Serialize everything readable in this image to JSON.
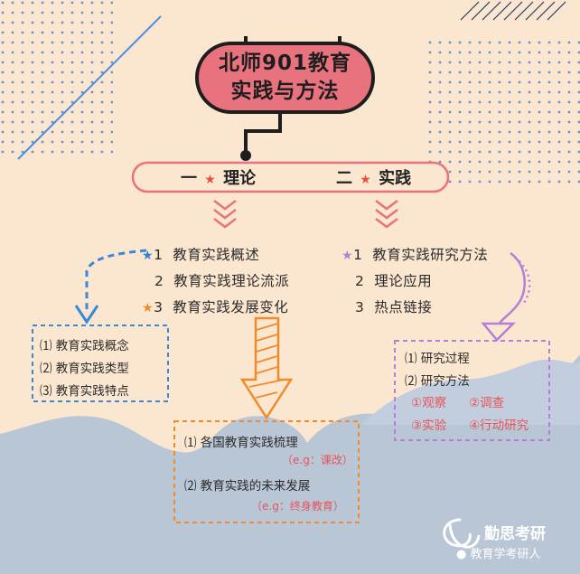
{
  "title": {
    "line1": "北师901教育",
    "line2": "实践与方法"
  },
  "branches": [
    {
      "num": "一",
      "star": "★",
      "label": "理论"
    },
    {
      "num": "二",
      "star": "★",
      "label": "实践"
    }
  ],
  "left_items": [
    {
      "star": "★",
      "star_color": "#2f7fd6",
      "num": "1",
      "text": "教育实践概述"
    },
    {
      "star": "",
      "num": "2",
      "text": "教育实践理论流派"
    },
    {
      "star": "★",
      "star_color": "#f08a2a",
      "num": "3",
      "text": "教育实践发展变化"
    }
  ],
  "right_items": [
    {
      "star": "★",
      "star_color": "#b57fd6",
      "num": "1",
      "text": "教育实践研究方法"
    },
    {
      "star": "",
      "num": "2",
      "text": "理论应用"
    },
    {
      "star": "",
      "num": "3",
      "text": "热点链接"
    }
  ],
  "box_blue": [
    "⑴ 教育实践概念",
    "⑵ 教育实践类型",
    "⑶ 教育实践特点"
  ],
  "box_orange": {
    "item1": "⑴ 各国教育实践梳理",
    "note1": "（e.g：课改）",
    "item2": "⑵ 教育实践的未来发展",
    "note2": "（e.g：终身教育）"
  },
  "box_purple": {
    "item1": "⑴ 研究过程",
    "item2": "⑵ 研究方法",
    "methods": [
      "①观察",
      "②调查",
      "③实验",
      "④行动研究"
    ]
  },
  "watermark": {
    "brand": "勤思考研",
    "account": "教育学考研人"
  },
  "colors": {
    "background": "#fbe7d0",
    "title_fill": "#e8737e",
    "cloud": "#b8c6d6",
    "accent_pink": "#e8545a"
  }
}
